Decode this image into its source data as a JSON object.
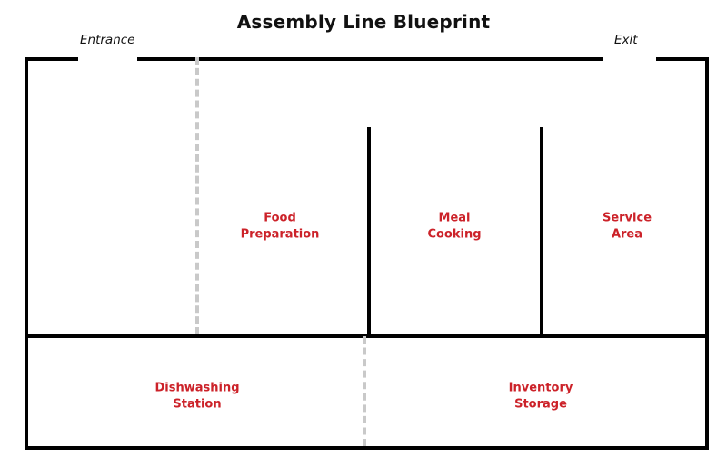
{
  "diagram": {
    "title": "Assembly Line Blueprint",
    "colors": {
      "wall": "#000000",
      "zone_label": "#cc2229",
      "flow_line": "#c9c9c9",
      "background": "#ffffff",
      "text": "#111111"
    }
  },
  "openings": [
    {
      "name": "entrance",
      "label": "Entrance"
    },
    {
      "name": "exit",
      "label": "Exit"
    }
  ],
  "zones": {
    "upper": [
      {
        "name": "food-preparation",
        "label": "Food\nPreparation"
      },
      {
        "name": "meal-cooking",
        "label": "Meal\nCooking"
      },
      {
        "name": "service-area",
        "label": "Service\nArea"
      }
    ],
    "lower": [
      {
        "name": "dishwashing-station",
        "label": "Dishwashing\nStation"
      },
      {
        "name": "inventory-storage",
        "label": "Inventory\nStorage"
      }
    ]
  }
}
